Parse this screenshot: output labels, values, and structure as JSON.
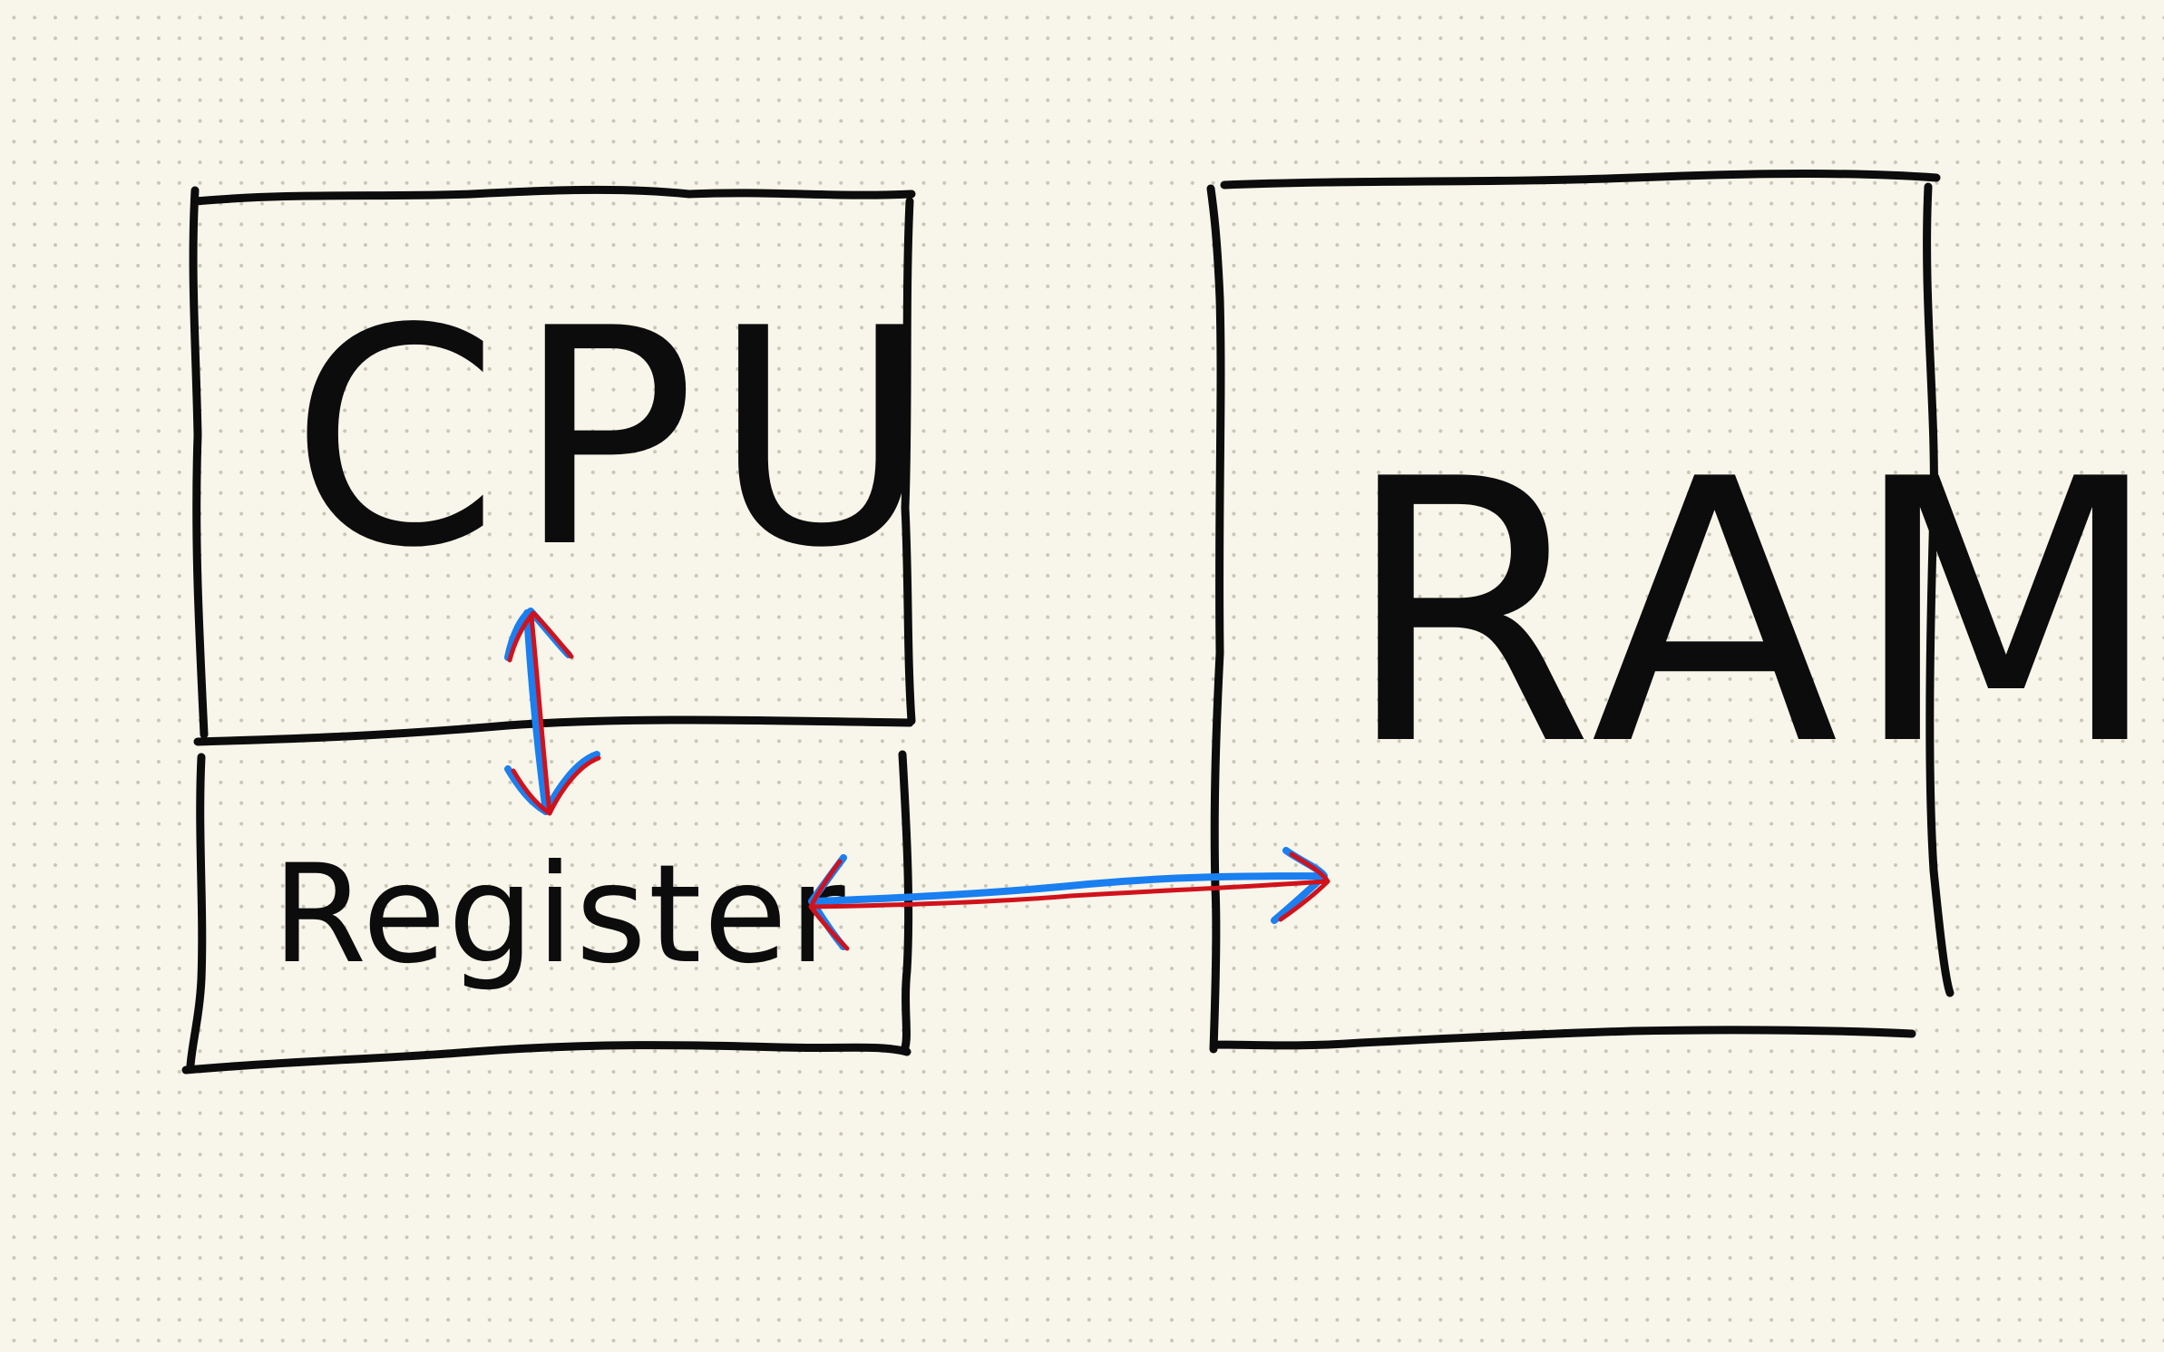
{
  "diagram": {
    "nodes": [
      {
        "id": "cpu",
        "label": "CPU"
      },
      {
        "id": "register",
        "label": "Register"
      },
      {
        "id": "ram",
        "label": "RAM"
      }
    ],
    "edges": [
      {
        "from": "cpu",
        "to": "register",
        "direction": "bidirectional"
      },
      {
        "from": "register",
        "to": "ram",
        "direction": "bidirectional"
      }
    ]
  },
  "colors": {
    "background": "#f8f6ea",
    "ink": "#0c0c0c",
    "arrow_primary": "#1a7ff0",
    "arrow_secondary": "#d0121c"
  }
}
